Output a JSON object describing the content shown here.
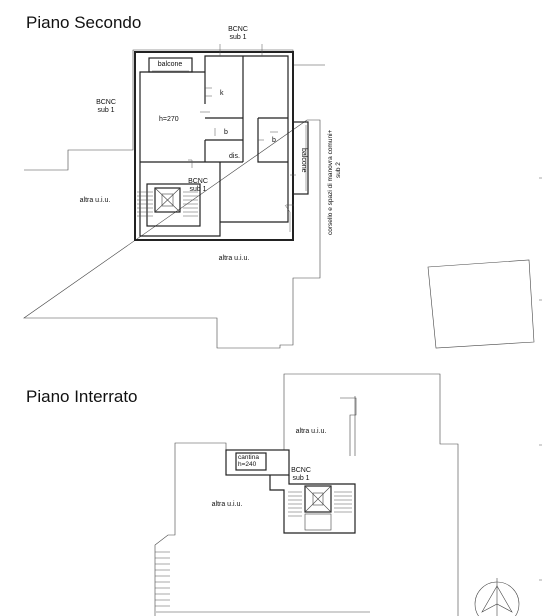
{
  "floors": [
    {
      "title": "Piano Secondo",
      "labels": {
        "bcnc_top": "BCNC",
        "bcnc_top_sub": "sub 1",
        "bcnc_left": "BCNC",
        "bcnc_left_sub": "sub 1",
        "bcnc_stair": "BCNC",
        "bcnc_stair_sub": "sub 1",
        "balcone_top": "balcone",
        "balcone_right": "balcone",
        "kitchen": "k",
        "height": "h=270",
        "bath_1": "b",
        "bath_2": "b",
        "dis": "dis.",
        "altra_left": "altra u.i.u.",
        "altra_bottom": "altra u.i.u.",
        "common_area": "corsello e spazi di manovra comuni+",
        "common_area_sub": "sub 2"
      }
    },
    {
      "title": "Piano Interrato",
      "labels": {
        "altra_top": "altra u.i.u.",
        "altra_left": "altra u.i.u.",
        "cantina": "cantina",
        "cantina_height": "h=240",
        "bcnc": "BCNC",
        "bcnc_sub": "sub 1"
      }
    }
  ]
}
